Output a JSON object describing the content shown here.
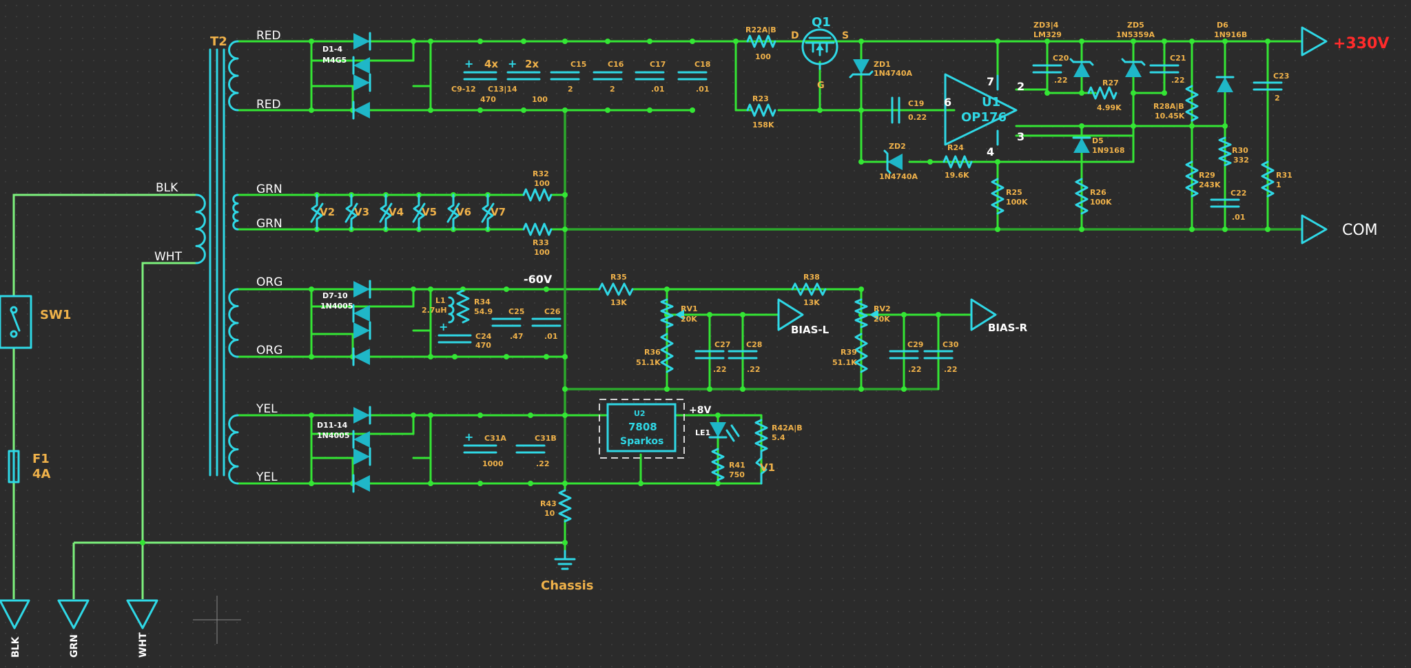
{
  "transformer": {
    "ref": "T2",
    "windings": [
      "RED",
      "RED",
      "GRN",
      "GRN",
      "ORG",
      "ORG",
      "YEL",
      "YEL"
    ],
    "primary": [
      "BLK",
      "WHT"
    ]
  },
  "diodes": {
    "d1_4": {
      "ref": "D1-4",
      "val": "M4G5"
    },
    "d7_10": {
      "ref": "D7-10",
      "val": "1N4005"
    },
    "d11_14": {
      "ref": "D11-14",
      "val": "1N4005"
    }
  },
  "caps": {
    "c9_12": {
      "ref": "C9-12",
      "val": "470",
      "mult": "4x"
    },
    "c13_14": {
      "ref": "C13|14",
      "val": "100",
      "mult": "2x"
    },
    "c15": {
      "ref": "C15",
      "val": "2"
    },
    "c16": {
      "ref": "C16",
      "val": "2"
    },
    "c17": {
      "ref": "C17",
      "val": ".01"
    },
    "c18": {
      "ref": "C18",
      "val": ".01"
    },
    "c19": {
      "ref": "C19",
      "val": "0.22"
    },
    "c20": {
      "ref": "C20",
      "val": ".22"
    },
    "c21": {
      "ref": "C21",
      "val": ".22"
    },
    "c22": {
      "ref": "C22",
      "val": ".01"
    },
    "c23": {
      "ref": "C23",
      "val": "2"
    },
    "c24": {
      "ref": "C24",
      "val": "470"
    },
    "c25": {
      "ref": "C25",
      "val": ".47"
    },
    "c26": {
      "ref": "C26",
      "val": ".01"
    },
    "c27": {
      "ref": "C27",
      "val": ".22"
    },
    "c28": {
      "ref": "C28",
      "val": ".22"
    },
    "c29": {
      "ref": "C29",
      "val": ".22"
    },
    "c30": {
      "ref": "C30",
      "val": ".22"
    },
    "c31a": {
      "ref": "C31A",
      "val": "1000"
    },
    "c31b": {
      "ref": "C31B",
      "val": ".22"
    }
  },
  "resistors": {
    "r22": {
      "ref": "R22A|B",
      "val": "100"
    },
    "r23": {
      "ref": "R23",
      "val": "158K"
    },
    "r24": {
      "ref": "R24",
      "val": "19.6K"
    },
    "r25": {
      "ref": "R25",
      "val": "100K"
    },
    "r26": {
      "ref": "R26",
      "val": "100K"
    },
    "r27": {
      "ref": "R27",
      "val": "4.99K"
    },
    "r28": {
      "ref": "R28A|B",
      "val": "10.45K"
    },
    "r29": {
      "ref": "R29",
      "val": "243K"
    },
    "r30": {
      "ref": "R30",
      "val": "332"
    },
    "r31": {
      "ref": "R31",
      "val": "1"
    },
    "r32": {
      "ref": "R32",
      "val": "100"
    },
    "r33": {
      "ref": "R33",
      "val": "100"
    },
    "r34": {
      "ref": "R34",
      "val": "54.9"
    },
    "r35": {
      "ref": "R35",
      "val": "13K"
    },
    "r36": {
      "ref": "R36",
      "val": "51.1K"
    },
    "r38": {
      "ref": "R38",
      "val": "13K"
    },
    "r39": {
      "ref": "R39",
      "val": "51.1K"
    },
    "r41": {
      "ref": "R41",
      "val": "750"
    },
    "r42": {
      "ref": "R42A|B",
      "val": "5.4"
    },
    "r43": {
      "ref": "R43",
      "val": "10"
    }
  },
  "pots": {
    "rv1": {
      "ref": "RV1",
      "val": "20K"
    },
    "rv2": {
      "ref": "RV2",
      "val": "20K"
    }
  },
  "semis": {
    "q1": {
      "ref": "Q1",
      "d": "D",
      "s": "S",
      "g": "G"
    },
    "zd1": {
      "ref": "ZD1",
      "val": "1N4740A"
    },
    "zd2": {
      "ref": "ZD2",
      "val": "1N4740A"
    },
    "zd3": {
      "ref": "ZD3|4",
      "val": "LM329"
    },
    "zd5": {
      "ref": "ZD5",
      "val": "1N5359A"
    },
    "d5": {
      "ref": "D5",
      "val": "1N9168"
    },
    "d6": {
      "ref": "D6",
      "val": "1N916B"
    },
    "le1": {
      "ref": "LE1"
    },
    "l1": {
      "ref": "L1",
      "val": "2.7uH"
    }
  },
  "opamp": {
    "ref": "U1",
    "val": "OP176",
    "pins": [
      "2",
      "3",
      "4",
      "6",
      "7"
    ]
  },
  "regulator": {
    "ref": "U2",
    "val": "7808",
    "maker": "Sparkos"
  },
  "varistors": [
    "V1",
    "V2",
    "V3",
    "V4",
    "V5",
    "V6",
    "V7"
  ],
  "switch": {
    "ref": "SW1"
  },
  "fuse": {
    "ref": "F1",
    "val": "4A"
  },
  "nets": {
    "hv": "+330V",
    "com": "COM",
    "neg60": "-60V",
    "biasl": "BIAS-L",
    "biasr": "BIAS-R",
    "p8v": "+8V",
    "chassis": "Chassis"
  },
  "terminals": [
    "BLK",
    "GRN",
    "WHT"
  ],
  "colors": {
    "wire": "#34e634",
    "symbol": "#2fd8e6",
    "text": "#f0b24a",
    "highlight": "#ff2b2b",
    "background": "#2b2b2b"
  }
}
